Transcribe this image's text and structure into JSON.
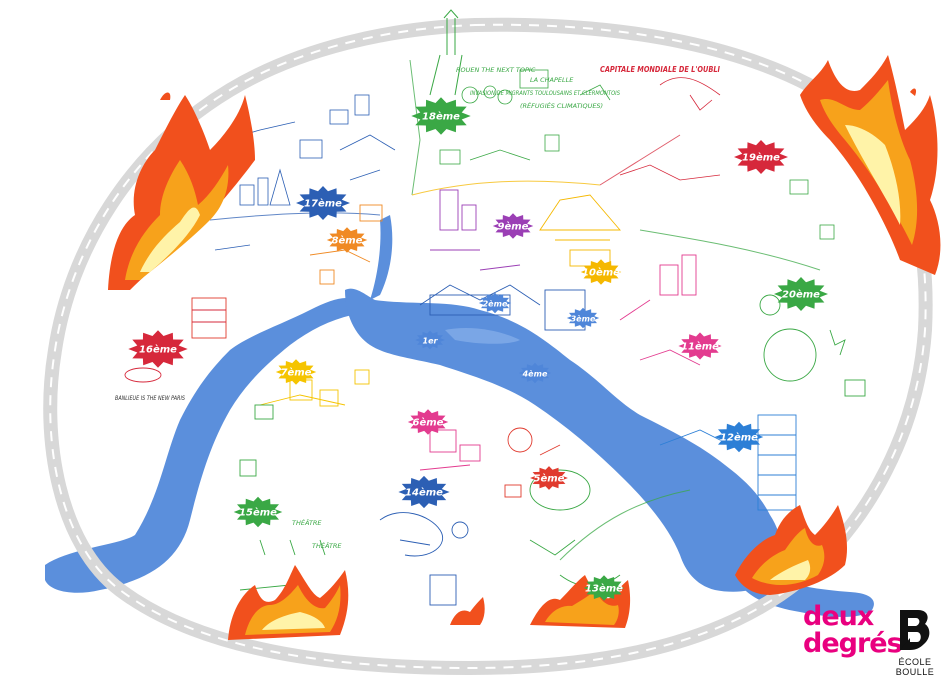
{
  "map": {
    "arrondissements": [
      {
        "id": "16",
        "label": "16ème",
        "color": "#d6283b"
      },
      {
        "id": "17",
        "label": "17ème",
        "color": "#2c5fb4"
      },
      {
        "id": "18",
        "label": "18ème",
        "color": "#3aa845"
      },
      {
        "id": "19",
        "label": "19ème",
        "color": "#d6283b"
      },
      {
        "id": "20",
        "label": "20ème",
        "color": "#3aa845"
      },
      {
        "id": "8",
        "label": "8ème",
        "color": "#f08a24"
      },
      {
        "id": "9",
        "label": "9ème",
        "color": "#9b3fb5"
      },
      {
        "id": "10",
        "label": "10ème",
        "color": "#f5b800"
      },
      {
        "id": "11",
        "label": "11ème",
        "color": "#e33b8f"
      },
      {
        "id": "12",
        "label": "12ème",
        "color": "#2c7fd6"
      },
      {
        "id": "7",
        "label": "7ème",
        "color": "#f5c400"
      },
      {
        "id": "6",
        "label": "6ème",
        "color": "#e33b8f"
      },
      {
        "id": "5",
        "label": "5ème",
        "color": "#e03a2e"
      },
      {
        "id": "14",
        "label": "14ème",
        "color": "#2c5fb4"
      },
      {
        "id": "15",
        "label": "15ème",
        "color": "#3aa845"
      },
      {
        "id": "13",
        "label": "13ème",
        "color": "#3aa845"
      },
      {
        "id": "1",
        "label": "1er",
        "color": "#4f86d9"
      },
      {
        "id": "2",
        "label": "2ème",
        "color": "#4f86d9"
      },
      {
        "id": "3",
        "label": "3ème",
        "color": "#4f86d9"
      },
      {
        "id": "4",
        "label": "4ème",
        "color": "#4f86d9"
      }
    ],
    "annotations": {
      "rouen": "ROUEN THE NEXT TOPIC",
      "la_chapelle": "LA CHAPELLE",
      "invasion": "INVASION DE MIGRANTS TOULOUSAINS ET CLERMONTOIS",
      "refugies": "(RÉFUGIÉS CLIMATIQUES)",
      "capitale": "CAPITALE MONDIALE DE L'OUBLI",
      "banlieue": "BANLIEUE IS THE NEW PARIS",
      "theatre1": "THÉÂTRE",
      "theatre2": "THÉÂTRE"
    },
    "colors": {
      "seine": "#5b8fdc",
      "ring": "#d8d8d8",
      "ring_dash": "#ffffff",
      "fire_outer": "#f1501d",
      "fire_mid": "#f7a21b",
      "fire_inner": "#fff3a8"
    }
  },
  "branding": {
    "deux_line1": "deux",
    "deux_line2": "degrés",
    "deux_color": "#e9007f",
    "boulle_line1": "ÉCOLE",
    "boulle_line2": "BOULLE"
  }
}
